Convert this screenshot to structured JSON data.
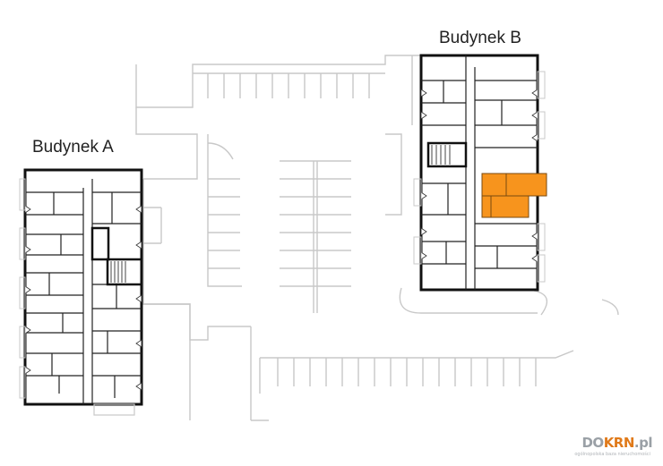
{
  "buildings": [
    {
      "id": "a",
      "label": "Budynek A"
    },
    {
      "id": "b",
      "label": "Budynek B"
    }
  ],
  "highlight_color": "#F7941D",
  "wall_color": "#1a1a1a",
  "thin_line_color": "#c8c8c8",
  "watermark": {
    "prefix": "DO",
    "accent": "KRN",
    "suffix": ".pl",
    "tagline": "ogólnopolska baza nieruchomości"
  }
}
